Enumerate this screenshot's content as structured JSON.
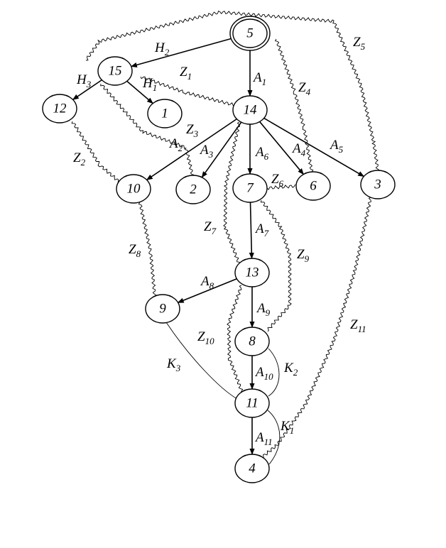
{
  "colors": {
    "stroke": "#000000",
    "background": "#ffffff"
  },
  "nodes": [
    {
      "id": "5",
      "label": "5",
      "double": true
    },
    {
      "id": "15",
      "label": "15"
    },
    {
      "id": "12",
      "label": "12"
    },
    {
      "id": "1",
      "label": "1"
    },
    {
      "id": "14",
      "label": "14"
    },
    {
      "id": "10",
      "label": "10"
    },
    {
      "id": "2",
      "label": "2"
    },
    {
      "id": "7",
      "label": "7"
    },
    {
      "id": "6",
      "label": "6"
    },
    {
      "id": "3",
      "label": "3"
    },
    {
      "id": "13",
      "label": "13"
    },
    {
      "id": "9",
      "label": "9"
    },
    {
      "id": "8",
      "label": "8"
    },
    {
      "id": "11",
      "label": "11"
    },
    {
      "id": "4",
      "label": "4"
    }
  ],
  "arcs": [
    {
      "id": "H2",
      "from": "5",
      "to": "15",
      "main": "H",
      "sub": "2"
    },
    {
      "id": "A1",
      "from": "5",
      "to": "14",
      "main": "A",
      "sub": "1"
    },
    {
      "id": "H3",
      "from": "15",
      "to": "12",
      "main": "H",
      "sub": "3"
    },
    {
      "id": "H1",
      "from": "15",
      "to": "1",
      "main": "H",
      "sub": "1"
    },
    {
      "id": "A2",
      "from": "14",
      "to": "10",
      "main": "A",
      "sub": "2"
    },
    {
      "id": "A3",
      "from": "14",
      "to": "2",
      "main": "A",
      "sub": "3"
    },
    {
      "id": "A6",
      "from": "14",
      "to": "7",
      "main": "A",
      "sub": "6"
    },
    {
      "id": "A4",
      "from": "14",
      "to": "6",
      "main": "A",
      "sub": "4"
    },
    {
      "id": "A5",
      "from": "14",
      "to": "3",
      "main": "A",
      "sub": "5"
    },
    {
      "id": "A7",
      "from": "7",
      "to": "13",
      "main": "A",
      "sub": "7"
    },
    {
      "id": "A8",
      "from": "13",
      "to": "9",
      "main": "A",
      "sub": "8"
    },
    {
      "id": "A9",
      "from": "13",
      "to": "8",
      "main": "A",
      "sub": "9"
    },
    {
      "id": "A10",
      "from": "8",
      "to": "11",
      "main": "A",
      "sub": "10"
    },
    {
      "id": "A11",
      "from": "11",
      "to": "4",
      "main": "A",
      "sub": "11"
    }
  ],
  "wavy_edges": [
    {
      "id": "Z1",
      "main": "Z",
      "sub": "1"
    },
    {
      "id": "Z2",
      "main": "Z",
      "sub": "2"
    },
    {
      "id": "Z3",
      "main": "Z",
      "sub": "3"
    },
    {
      "id": "Z4",
      "main": "Z",
      "sub": "4"
    },
    {
      "id": "Z5",
      "main": "Z",
      "sub": "5"
    },
    {
      "id": "Z6",
      "main": "Z",
      "sub": "6"
    },
    {
      "id": "Z7",
      "main": "Z",
      "sub": "7"
    },
    {
      "id": "Z8",
      "main": "Z",
      "sub": "8"
    },
    {
      "id": "Z9",
      "main": "Z",
      "sub": "9"
    },
    {
      "id": "Z10",
      "main": "Z",
      "sub": "10"
    },
    {
      "id": "Z11",
      "main": "Z",
      "sub": "11"
    }
  ],
  "curves": [
    {
      "id": "K1",
      "from": "11",
      "to": "4",
      "main": "K",
      "sub": "1"
    },
    {
      "id": "K2",
      "from": "8",
      "to": "11",
      "main": "K",
      "sub": "2"
    },
    {
      "id": "K3",
      "from": "9",
      "to": "11",
      "main": "K",
      "sub": "3"
    }
  ]
}
